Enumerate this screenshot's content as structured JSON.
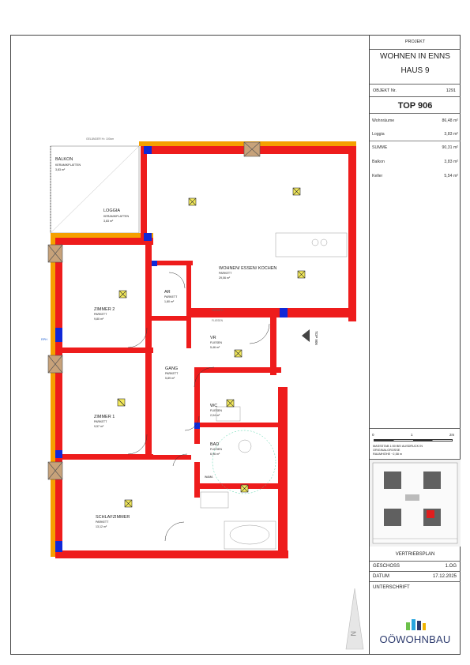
{
  "header": {
    "project_label": "PROJEKT",
    "project_name_line1": "WOHNEN IN ENNS",
    "project_name_line2": "HAUS 9",
    "objekt_label": "OBJEKT Nr.",
    "objekt_value": "1291",
    "top_label": "TOP 906"
  },
  "areas": [
    {
      "label": "Wohnräume",
      "value": "86,48 m²"
    },
    {
      "label": "Loggia",
      "value": "3,83 m²"
    },
    {
      "label": "SUMME",
      "value": "90,31 m²"
    },
    {
      "label": "Balkon",
      "value": "3,83 m²"
    },
    {
      "label": "Keller",
      "value": "5,54 m²"
    }
  ],
  "scale": {
    "ticks": [
      "0",
      "1",
      "2m"
    ],
    "note_line1": "MASSSTAB 1:50 BEI AUSDRUCK IN",
    "note_line2": "ORIGINALGROSSE",
    "note_line3": "RAUMHÖHE ~2,58 m"
  },
  "footer": {
    "vertriebsplan": "VERTRIEBSPLAN",
    "geschoss_label": "GESCHOSS",
    "geschoss_value": "1.OG",
    "datum_label": "DATUM",
    "datum_value": "17.12.2025",
    "unterschrift_label": "UNTERSCHRIFT",
    "logo": "OÖWOHNBAU"
  },
  "rooms": {
    "balkon": {
      "name": "BALKON",
      "floor": "KERAMIKPLATTEN",
      "area": "3,83 m²"
    },
    "loggia": {
      "name": "LOGGIA",
      "floor": "KERAMIKPLATTEN",
      "area": "3,83 m²"
    },
    "wohnen": {
      "name": "WOHNEN/ ESSEN/ KOCHEN",
      "floor": "PARKETT",
      "area": "29,06 m²"
    },
    "zimmer2": {
      "name": "ZIMMER 2",
      "floor": "PARKETT",
      "area": "9,80 m²"
    },
    "ar": {
      "name": "AR",
      "floor": "PARKETT",
      "area": "1,80 m²"
    },
    "vr": {
      "name": "VR",
      "floor": "FLIESEN",
      "area": "5,46 m²"
    },
    "gang": {
      "name": "GANG",
      "floor": "PARKETT",
      "area": "5,89 m²"
    },
    "wc": {
      "name": "WC",
      "floor": "FLIESEN",
      "area": "2,04 m²"
    },
    "zimmer1": {
      "name": "ZIMMER 1",
      "floor": "PARKETT",
      "area": "9,57 m²"
    },
    "bad": {
      "name": "BAD",
      "floor": "FLIESEN",
      "area": "6,96 m²"
    },
    "schlafzimmer": {
      "name": "SCHLAFZIMMER",
      "floor": "PARKETT",
      "area": "13,12 m²"
    }
  },
  "labels": {
    "top_entry": "TOP 906",
    "gelaender": "GELÄNDER H= 100cm",
    "rph": "RPH",
    "fliesen": "FLIESEN",
    "parkett": "PARKETT",
    "waschmaschine": "WAMA"
  },
  "colors": {
    "wall": "#ee1c1c",
    "facade": "#f5a000",
    "column": "#1028d8",
    "line": "#555555"
  }
}
